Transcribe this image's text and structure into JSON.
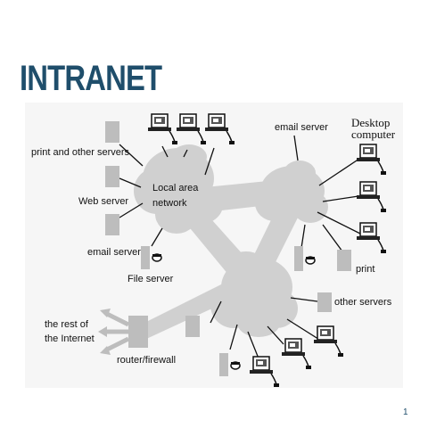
{
  "slide": {
    "title": "INTRANET",
    "page_number": "1"
  },
  "labels": {
    "print_and_other_servers": "print and other servers",
    "web_server": "Web server",
    "email_server_left": "email server",
    "file_server": "File server",
    "local_area_network_line1": "Local area",
    "local_area_network_line2": "network",
    "email_server_right": "email server",
    "desktop_computer_line1": "Desktop",
    "desktop_computer_line2": "computer",
    "print": "print",
    "other_servers": "other servers",
    "rest_of_internet_line1": "the rest of",
    "rest_of_internet_line2": "the Internet",
    "router_firewall": "router/firewall"
  },
  "colors": {
    "title": "#1f4e6b",
    "cloud": "#d0d0d0",
    "device_box": "#bdbdbd",
    "panel": "#f6f6f6",
    "line": "#111111"
  },
  "icons": [
    "desktop-computer-icon",
    "server-box-icon",
    "disk-drive-icon",
    "arrow-icon"
  ]
}
